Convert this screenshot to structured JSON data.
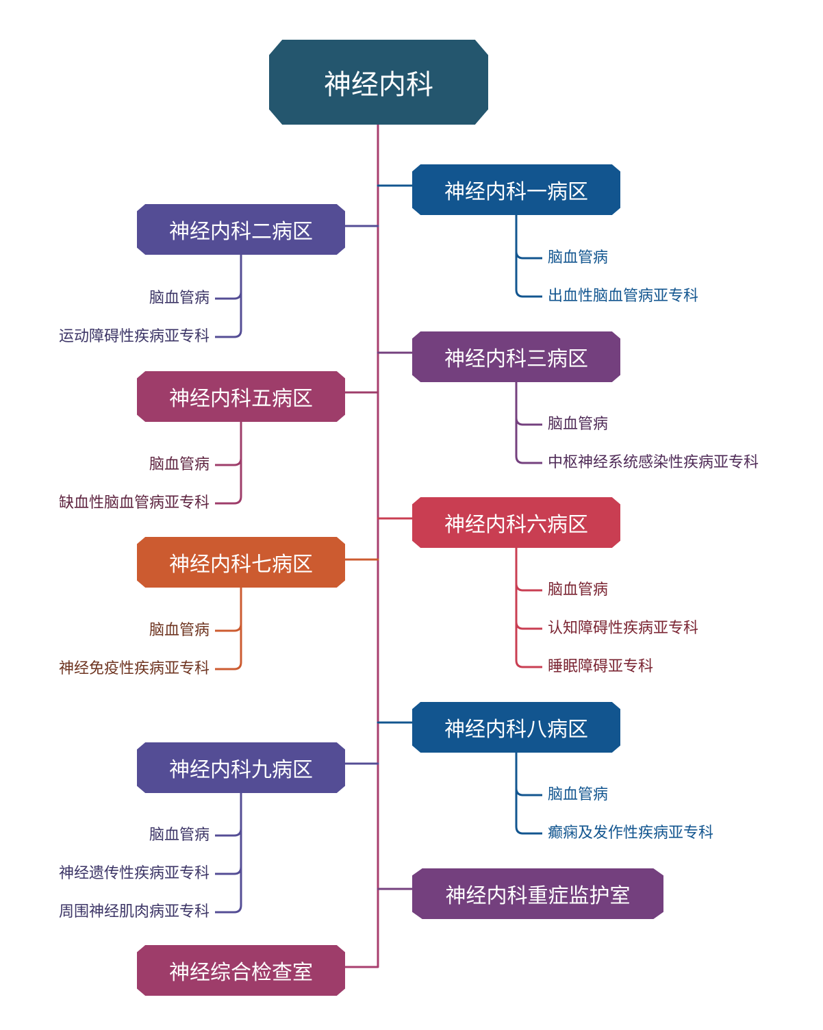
{
  "root": {
    "label": "神经内科",
    "color": "#24566e"
  },
  "trunk_color": "#a83e6e",
  "wards": {
    "w1": {
      "label": "神经内科一病区",
      "color": "#12558f",
      "text_color": "#12558f",
      "items": [
        "脑血管病",
        "出血性脑血管病亚专科"
      ]
    },
    "w2": {
      "label": "神经内科二病区",
      "color": "#544d95",
      "text_color": "#3c3566",
      "items": [
        "脑血管病",
        "运动障碍性疾病亚专科"
      ]
    },
    "w3": {
      "label": "神经内科三病区",
      "color": "#74407e",
      "text_color": "#4f2b57",
      "items": [
        "脑血管病",
        "中枢神经系统感染性疾病亚专科"
      ]
    },
    "w5": {
      "label": "神经内科五病区",
      "color": "#9e3d6a",
      "text_color": "#5e2440",
      "items": [
        "脑血管病",
        "缺血性脑血管病亚专科"
      ]
    },
    "w6": {
      "label": "神经内科六病区",
      "color": "#c93e52",
      "text_color": "#7a2432",
      "items": [
        "脑血管病",
        "认知障碍性疾病亚专科",
        "睡眠障碍亚专科"
      ]
    },
    "w7": {
      "label": "神经内科七病区",
      "color": "#cc5b30",
      "text_color": "#6e3420",
      "items": [
        "脑血管病",
        "神经免疫性疾病亚专科"
      ]
    },
    "w8": {
      "label": "神经内科八病区",
      "color": "#12558f",
      "text_color": "#12558f",
      "items": [
        "脑血管病",
        "癫痫及发作性疾病亚专科"
      ]
    },
    "w9": {
      "label": "神经内科九病区",
      "color": "#544d95",
      "text_color": "#3c3566",
      "items": [
        "脑血管病",
        "神经遗传性疾病亚专科",
        "周围神经肌肉病亚专科"
      ]
    },
    "icu": {
      "label": "神经内科重症监护室",
      "color": "#74407e",
      "text_color": "#4f2b57",
      "items": []
    },
    "exam": {
      "label": "神经综合检查室",
      "color": "#9e3d6a",
      "text_color": "#5e2440",
      "items": []
    }
  }
}
